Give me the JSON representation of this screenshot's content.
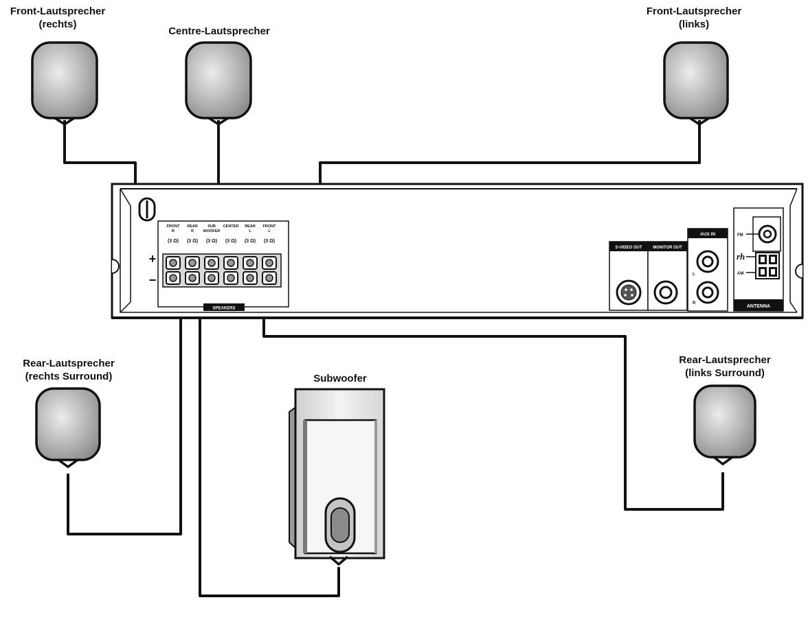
{
  "speakers": {
    "front_right": {
      "line1": "Front-Lautsprecher",
      "line2": "(rechts)"
    },
    "centre": {
      "line1": "Centre-Lautsprecher"
    },
    "front_left": {
      "line1": "Front-Lautsprecher",
      "line2": "(links)"
    },
    "rear_right": {
      "line1": "Rear-Lautsprecher",
      "line2": "(rechts Surround)"
    },
    "subwoofer": {
      "line1": "Subwoofer"
    },
    "rear_left": {
      "line1": "Rear-Lautsprecher",
      "line2": "(links Surround)"
    }
  },
  "unit": {
    "plus": "+",
    "minus": "−",
    "terminals": {
      "front_r": [
        "FRONT",
        "R"
      ],
      "rear_r": [
        "REAR",
        "R"
      ],
      "sub": [
        "SUB",
        "WOOFER"
      ],
      "center": [
        "CENTER",
        ""
      ],
      "rear_l": [
        "REAR",
        "L"
      ],
      "front_l": [
        "FRONT",
        "L"
      ],
      "impedance": "(3 Ω)",
      "speakers_label": "SPEAKERS"
    },
    "svideo_out": "S-VIDEO OUT",
    "monitor_out": "MONITOR OUT",
    "aux_in": "AUX IN",
    "aux_l": "L",
    "aux_r": "R",
    "fm": "FM",
    "am": "AM",
    "antenna": "ANTENNA"
  },
  "colors": {
    "stroke": "#111111",
    "speaker_fill": "#a9a9a9",
    "speaker_light": "#e6e6e6",
    "panel": "#ffffff"
  }
}
